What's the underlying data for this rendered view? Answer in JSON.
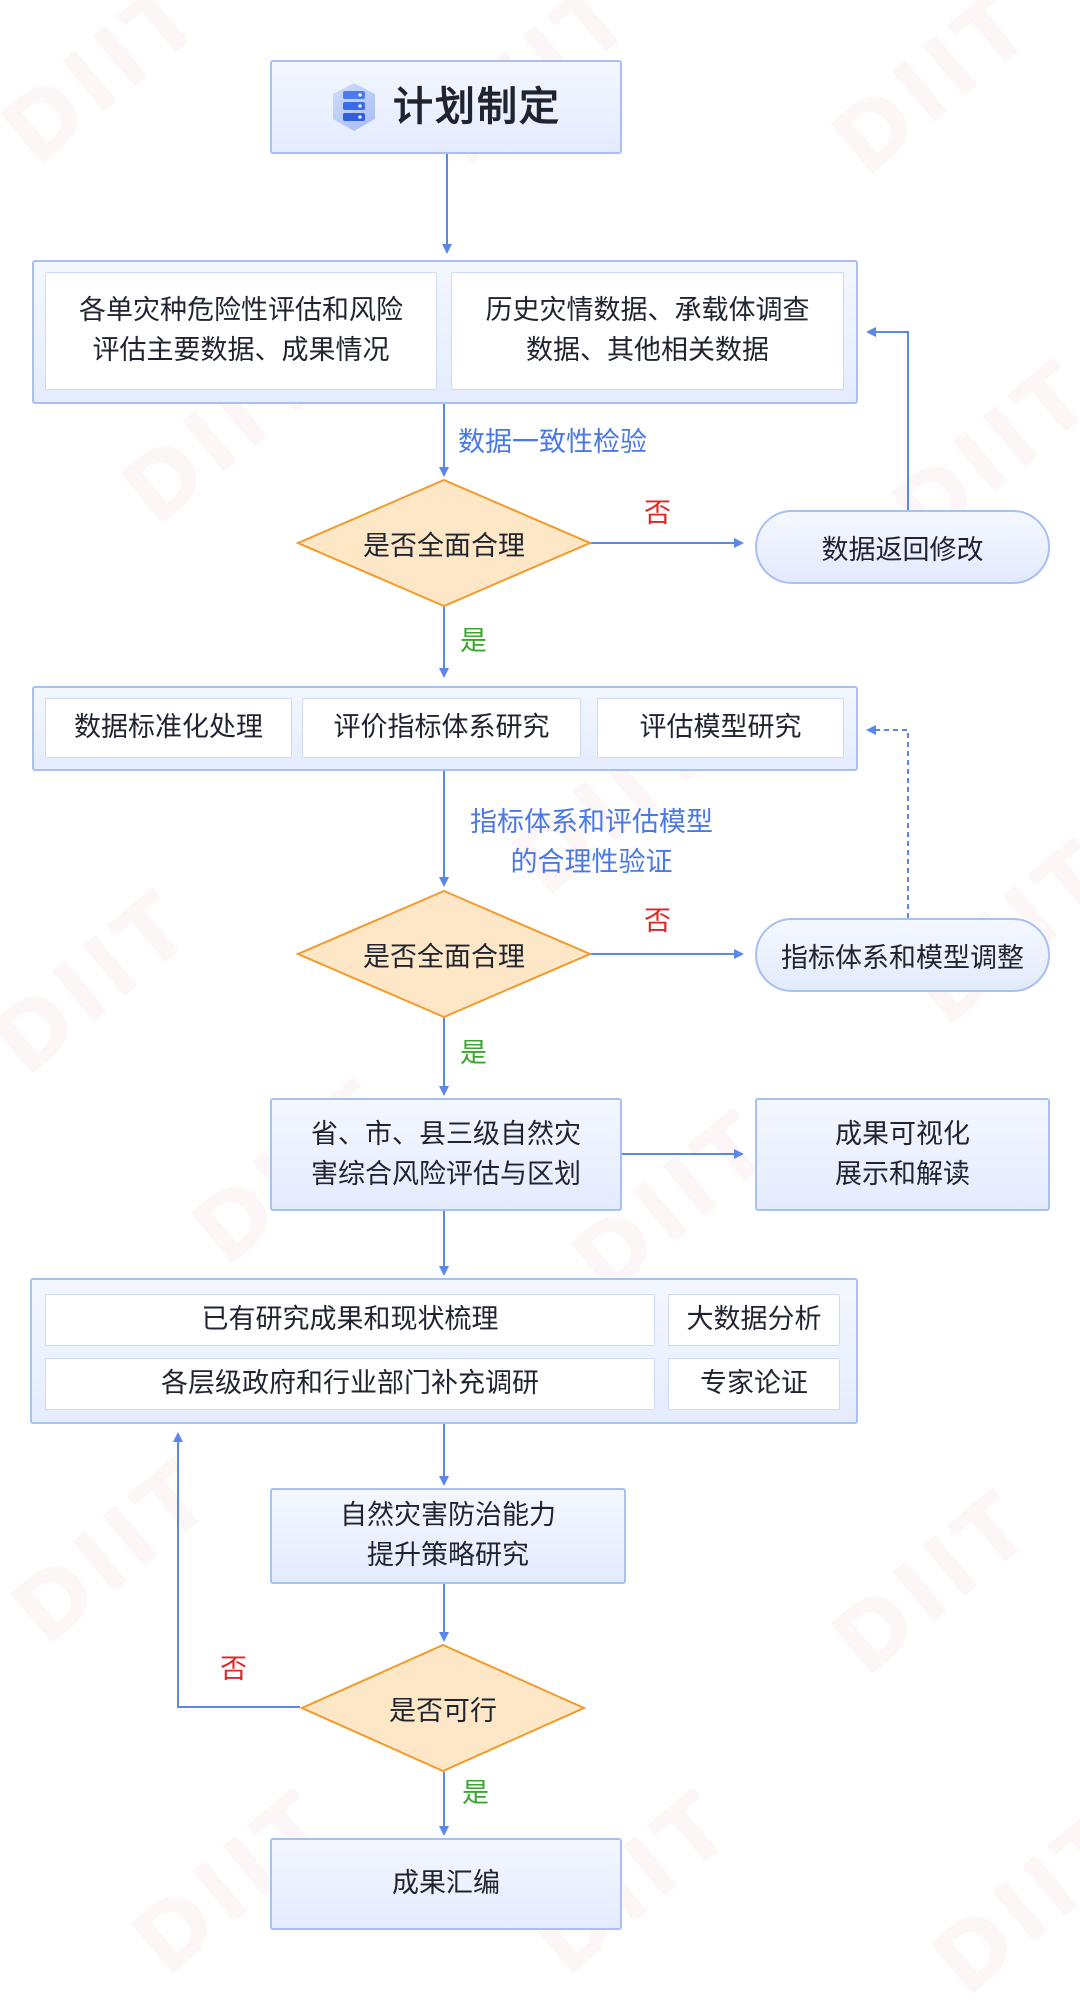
{
  "watermark": "DIIT",
  "start": {
    "title": "计划制定",
    "icon": "database-server-icon"
  },
  "group1": {
    "left": "各单灾种危险性评估和风险\n评估主要数据、成果情况",
    "right": "历史灾情数据、承载体调查\n数据、其他相关数据"
  },
  "check1_label": "数据一致性检验",
  "decision1": "是否全面合理",
  "return1": "数据返回修改",
  "group2": {
    "items": [
      "数据标准化处理",
      "评价指标体系研究",
      "评估模型研究"
    ]
  },
  "check2_label": "指标体系和评估模型\n的合理性验证",
  "decision2": "是否全面合理",
  "return2": "指标体系和模型调整",
  "zoning": "省、市、县三级自然灾\n害综合风险评估与区划",
  "visual": "成果可视化\n展示和解读",
  "group3": {
    "row1_main": "已有研究成果和现状梳理",
    "row1_side": "大数据分析",
    "row2_main": "各层级政府和行业部门补充调研",
    "row2_side": "专家论证"
  },
  "strategy": "自然灾害防治能力\n提升策略研究",
  "decision3": "是否可行",
  "final": "成果汇编",
  "labels": {
    "yes": "是",
    "no": "否"
  },
  "colors": {
    "line": "#5b86ea",
    "box_border": "#a9c0f2",
    "decision_fill": "#fde7c7",
    "decision_stroke": "#f39a2c",
    "no": "#e02424",
    "yes": "#3aa631",
    "annotation": "#4a78e8"
  }
}
